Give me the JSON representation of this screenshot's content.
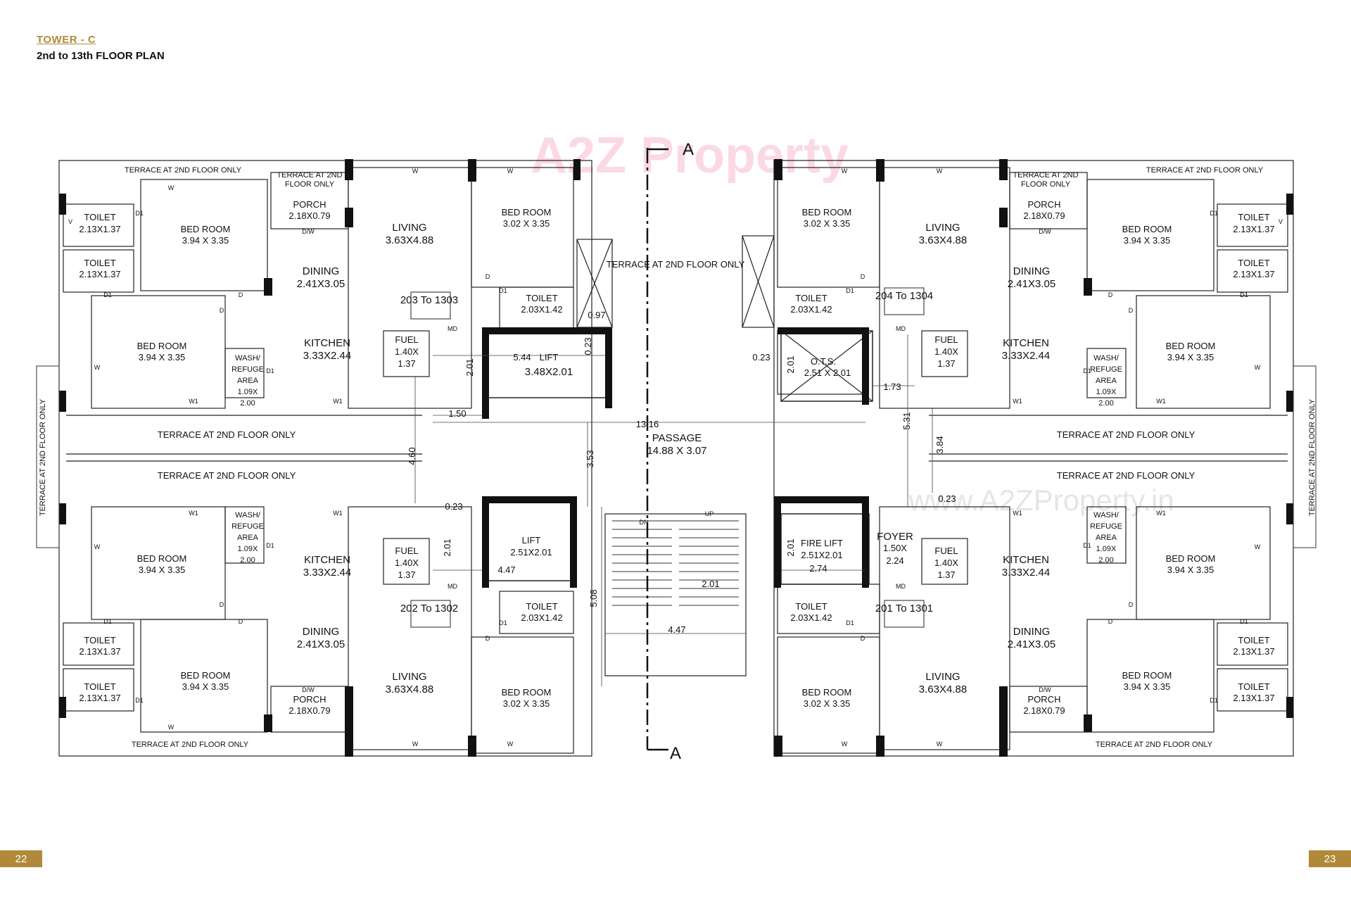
{
  "header": {
    "tower": "TOWER - C",
    "plan": "2nd to 13th FLOOR PLAN"
  },
  "pages": {
    "left": "22",
    "right": "23"
  },
  "watermark": {
    "logo": "A2Z Property",
    "url": "www.A2ZProperty.in"
  },
  "section": "A",
  "flats": {
    "f203": "203 To 1303",
    "f204": "204 To 1304",
    "f202": "202 To 1302",
    "f201": "201 To 1301"
  },
  "rooms": {
    "terrace": "TERRACE AT 2ND FLOOR ONLY",
    "terrace_a": "TERRACE AT 2ND",
    "terrace_b": "FLOOR ONLY",
    "toilet": "TOILET",
    "toilet_dim": "2.13X1.37",
    "toilet2_dim": "2.03X1.42",
    "bed": "BED ROOM",
    "bed_dim": "3.94 X 3.35",
    "bed2_dim": "3.02 X 3.35",
    "living": "LIVING",
    "living_dim": "3.63X4.88",
    "dining": "DINING",
    "dining_dim": "2.41X3.05",
    "kitchen": "KITCHEN",
    "kitchen_dim": "3.33X2.44",
    "porch": "PORCH",
    "porch_dim": "2.18X0.79",
    "fuel": "FUEL",
    "fuel_dim1": "1.40X",
    "fuel_dim2": "1.37",
    "wash1": "WASH/",
    "wash2": "REFUGE",
    "wash3": "AREA",
    "wash4": "1.09X",
    "wash5": "2.00",
    "lift": "LIFT",
    "lift1_dim": "3.48X2.01",
    "lift2_dim": "2.51X2.01",
    "fire_lift": "FIRE LIFT",
    "fire_lift_dim": "2.51X2.01",
    "ots": "O.T.S.",
    "ots_dim": "2.51 X 2.01",
    "foyer": "FOYER",
    "foyer_dim1": "1.50X",
    "foyer_dim2": "2.24",
    "passage": "PASSAGE",
    "passage_dim": "14.88 X 3.07",
    "up": "UP",
    "dn": "DN"
  },
  "dims": {
    "d544": "5.44",
    "d201": "2.01",
    "d150": "1.50",
    "d1316": "13.16",
    "d353": "3.53",
    "d460": "4.60",
    "d023": "0.23",
    "d447": "4.47",
    "d508": "5.08",
    "d274": "2.74",
    "d173": "1.73",
    "d531": "5.31",
    "d384": "3.84",
    "d097": "0.97"
  },
  "marks": {
    "w": "W",
    "w1": "W1",
    "d": "D",
    "d1": "D1",
    "dw": "D/W",
    "v": "V",
    "md": "MD"
  }
}
